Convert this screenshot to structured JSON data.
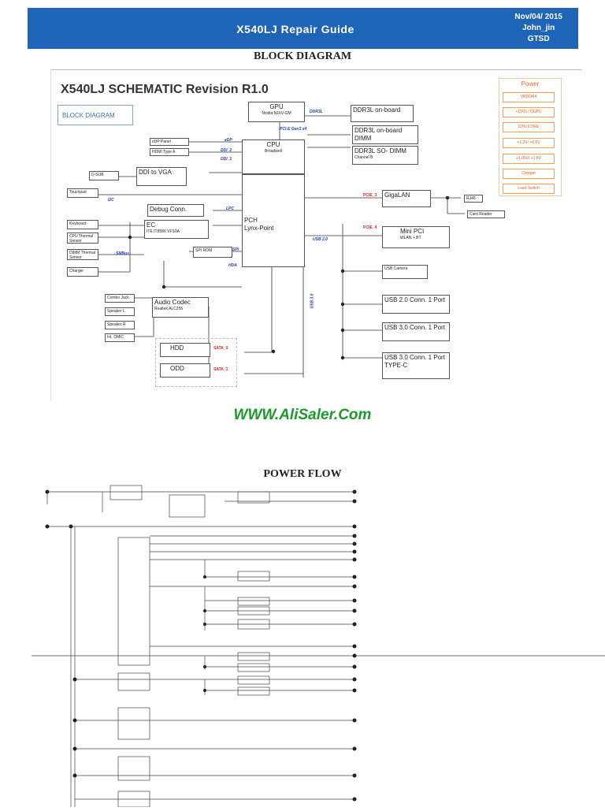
{
  "header": {
    "title": "X540LJ Repair Guide",
    "date": "Nov/04/ 2015",
    "author": "John_jin",
    "dept": "GTSD"
  },
  "block_section_title": "BLOCK DIAGRAM",
  "schematic": {
    "title": "X540LJ SCHEMATIC Revision R1.0",
    "tag": "BLOCK DIAGRAM",
    "power_title": "Power",
    "power_items": [
      "VRDDR4",
      "+1V05 / DGPU",
      "CPU CORE",
      "+1.2V/ +0.6V",
      "+1.05V/ +1.8V",
      "Charger",
      "Load Switch"
    ],
    "blocks": {
      "gpu": "GPU",
      "gpu_sub": "Nvidia N16V-GM",
      "cpu": "CPU",
      "cpu_sub": "Broadwell",
      "pch": "PCH",
      "pch_sub": "Lynx-Point",
      "ddr_onboard": "DDR3L on-board",
      "ddr_dimm": "DDR3L on-board DIMM",
      "ddr_sodimm": "DDR3L SO- DIMM",
      "ddr_sodimm_sub": "Channel B",
      "edp": "eDP Panel",
      "hdmi": "HDMI Type A",
      "dsub": "D-SUB",
      "ddi_vga": "DDI to VGA",
      "touchpad": "Touchpad",
      "keyboard": "Keyboard",
      "cpu_thermal": "CPU Thermal Sensor",
      "dimm_thermal": "DIMM Thermal Sensor",
      "charger": "Charger",
      "debug": "Debug Conn.",
      "ec": "EC",
      "ec_sub": "ITE IT8586 VFS0A",
      "spi_rom": "SPI ROM",
      "gigalan": "GigaLAN",
      "rj45": "RJ45",
      "card_reader": "Card Reader",
      "minipci": "Mini PCI",
      "minipci_sub": "WLAN + BT",
      "camera": "USB Camera",
      "usb20": "USB 2.0 Conn. 1 Port",
      "usb30": "USB 3.0 Conn. 1 Port",
      "usb30c": "USB 3.0 Conn. 1 Port TYPE-C",
      "audio": "Audio Codec",
      "audio_sub": "Realtek ALC255",
      "combo": "Combo Jack",
      "spk_l": "Speaker L",
      "spk_r": "Speaker R",
      "mic": "Int. DMIC",
      "hdd": "HDD",
      "odd": "ODD"
    },
    "buses": {
      "pcie": "PCI-E Gen3 x4",
      "edp": "eDP",
      "ddi2": "DDI_2",
      "ddi1": "DDI_1",
      "i2c": "I2C",
      "lpc": "LPC",
      "spi": "SPI",
      "smbus": "SMBus",
      "hda": "HDA",
      "sata0": "SATA_0",
      "sata1": "SATA_1",
      "usb20": "USB 2.0",
      "usb3": "USB 3.0",
      "pcie_lan": "PCIE_3",
      "pcie_wlan": "PCIE_4",
      "ddr3l": "DDR3L"
    }
  },
  "watermark": "WWW.AliSaler.Com",
  "power_section_title": "POWER FLOW"
}
